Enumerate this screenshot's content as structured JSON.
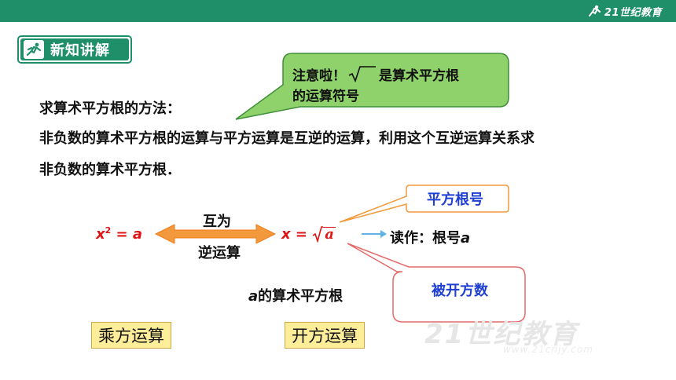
{
  "header": {
    "brand_text": "21世纪教育",
    "brand_color": "#1f8f6a"
  },
  "section_badge": {
    "label": "新知讲解",
    "icon": "runner-icon"
  },
  "callout": {
    "prefix": "注意啦！",
    "suffix": "是算术平方根",
    "line2": "的运算符号",
    "fill": "#8fd16a"
  },
  "content": {
    "method_title": "求算术平方根的方法：",
    "paragraph_line1": "非负数的算术平方根的运算与平方运算是互逆的运算，利用这个互逆运算关系求",
    "paragraph_line2": "非负数的算术平方根．"
  },
  "diagram": {
    "left_equation": {
      "base": "x",
      "exponent": "2",
      "equals": " = ",
      "rhs": "a"
    },
    "arrow_top": "互为",
    "arrow_bottom": "逆运算",
    "right_equation": {
      "lhs": "x",
      "equals": " = ",
      "radicand": "a"
    },
    "read_as_prefix": "读作：根号",
    "read_as_var": "a",
    "sqrt_caption_var": "a",
    "sqrt_caption_text": "的算术平方根",
    "label_sqrt_sign": "平方根号",
    "label_radicand": "被开方数",
    "op_left": "乘方运算",
    "op_right": "开方运算",
    "accent_red": "#e01414",
    "label_blue": "#1f3fd1"
  },
  "watermark": {
    "main": "21世纪教育",
    "sub": "www.21cnjy.com"
  }
}
